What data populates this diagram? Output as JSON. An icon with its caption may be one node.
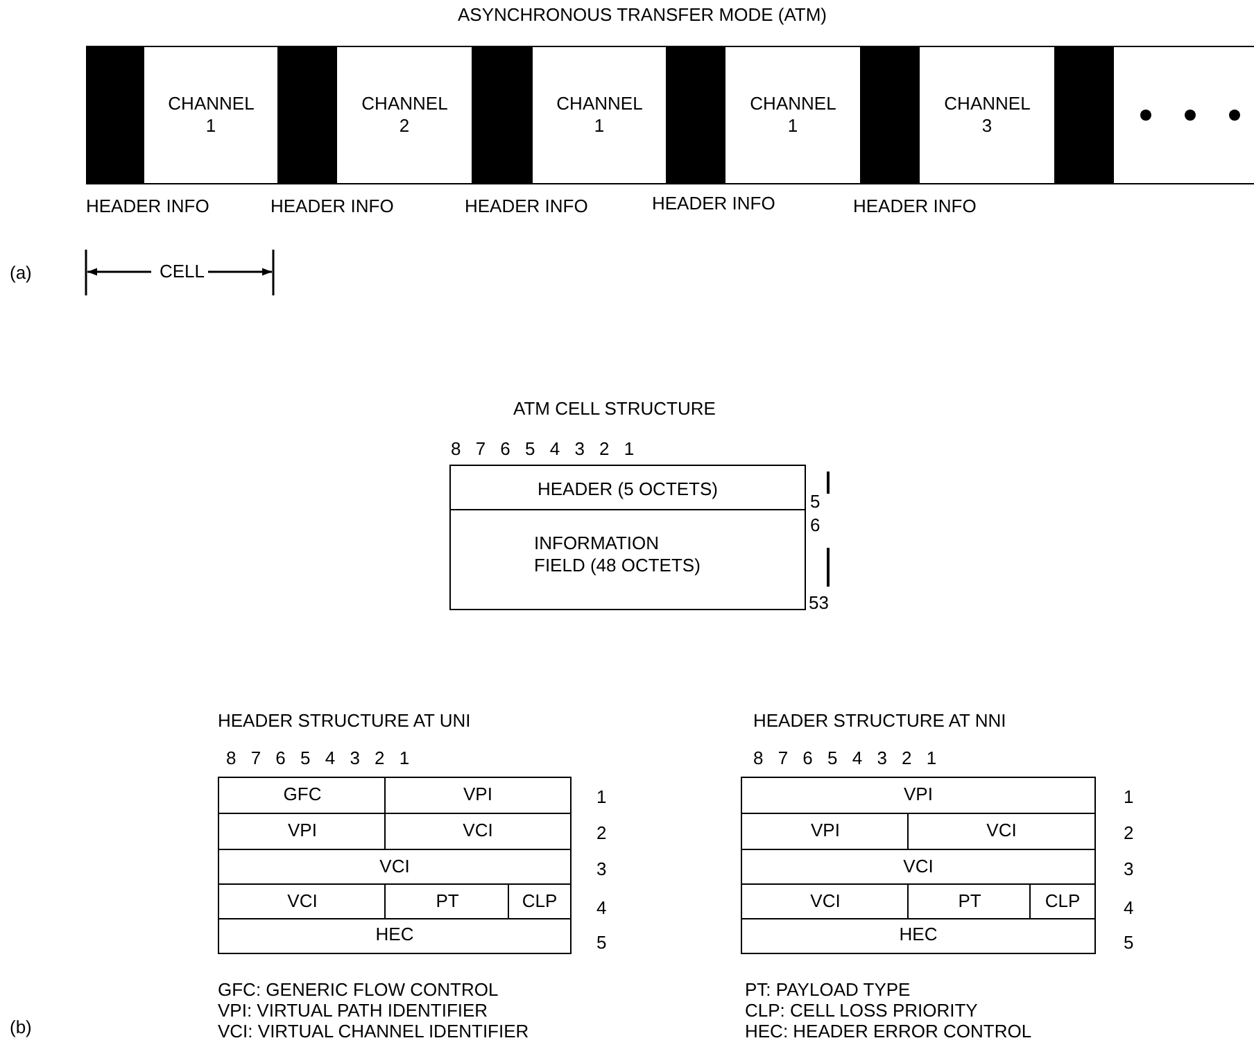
{
  "diagram": {
    "title": "ASYNCHRONOUS TRANSFER MODE (ATM)",
    "nodes": [
      {
        "text": [],
        "shape": "bar",
        "beside": [
          "HEADER INFO"
        ]
      },
      {
        "text": [
          "CHANNEL 1"
        ]
      },
      {
        "text": [],
        "shape": "bar",
        "beside": [
          "HEADER INFO"
        ]
      },
      {
        "text": [
          "CHANNEL 2"
        ]
      },
      {
        "text": [],
        "shape": "bar",
        "beside": [
          "HEADER INFO"
        ]
      },
      {
        "text": [
          "CHANNEL 1"
        ]
      },
      {
        "text": [],
        "shape": "bar",
        "beside": [
          "HEADER INFO"
        ]
      },
      {
        "text": [
          "CHANNEL 1"
        ]
      },
      {
        "text": [],
        "shape": "bar",
        "beside": [
          "HEADER INFO"
        ]
      },
      {
        "text": [
          "CHANNEL 3"
        ]
      },
      {
        "text": [],
        "shape": "bar"
      },
      {
        "text": [],
        "shape": "box"
      },
      {
        "text": [
          "HEADER (5 OCTETS)"
        ]
      },
      {
        "text": [
          "INFORMATION FIELD (48 OCTETS)"
        ]
      },
      {
        "text": [
          "GFC"
        ]
      },
      {
        "text": [
          "VPI"
        ]
      },
      {
        "text": [
          "VPI"
        ]
      },
      {
        "text": [
          "VCI"
        ]
      },
      {
        "text": [
          "VCI"
        ]
      },
      {
        "text": [
          "VCI"
        ]
      },
      {
        "text": [
          "PT"
        ]
      },
      {
        "text": [
          "CLP"
        ]
      },
      {
        "text": [
          "HEC"
        ]
      },
      {
        "text": [
          "VPI"
        ]
      },
      {
        "text": [
          "VPI"
        ]
      },
      {
        "text": [
          "VCI"
        ]
      },
      {
        "text": [
          "VCI"
        ]
      },
      {
        "text": [
          "VCI"
        ]
      },
      {
        "text": [
          "PT"
        ]
      },
      {
        "text": [
          "CLP"
        ]
      },
      {
        "text": [
          "HEC"
        ]
      }
    ],
    "labels": [
      "CELL",
      "(a)",
      "ATM CELL STRUCTURE",
      "8 7 6 5 4 3 2 1",
      "5",
      "6",
      "53",
      "HEADER STRUCTURE AT UNI",
      "HEADER STRUCTURE AT NNI",
      "8 7 6 5 4 3 2 1",
      "8 7 6 5 4 3 2 1",
      "1",
      "2",
      "3",
      "4",
      "5",
      "1",
      "2",
      "3",
      "4",
      "5",
      "GFC: GENERIC FLOW CONTROL",
      "PT: PAYLOAD TYPE",
      "VPI: VIRTUAL PATH IDENTIFIER",
      "CLP: CELL LOSS PRIORITY",
      "VCI: VIRTUAL CHANNEL IDENTIFIER",
      "HEC: HEADER ERROR CONTROL",
      "(b)"
    ]
  }
}
